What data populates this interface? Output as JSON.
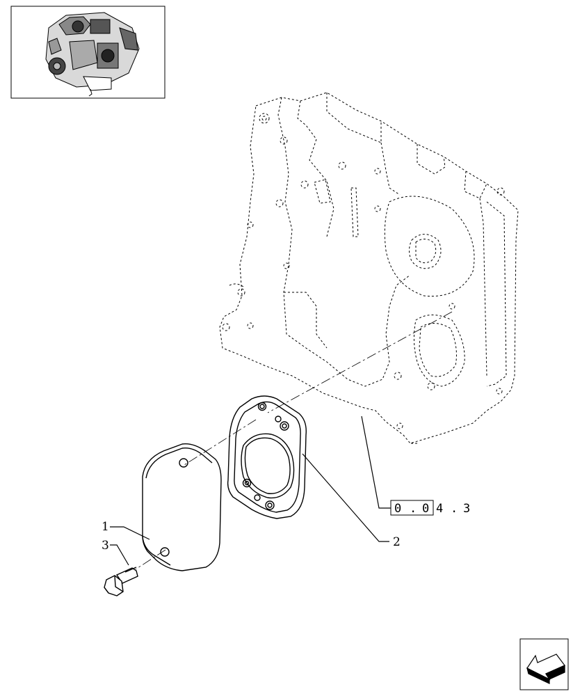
{
  "callouts": {
    "part1": "1",
    "part2": "2",
    "part3": "3"
  },
  "reference": {
    "boxed": [
      "0",
      ".",
      "0"
    ],
    "rest": [
      "4",
      ".",
      "3"
    ]
  },
  "icons": {
    "thumbnail": "engine-thumbnail-icon",
    "navigation": "back-arrow-icon"
  },
  "colors": {
    "line": "#000000",
    "background": "#ffffff"
  }
}
